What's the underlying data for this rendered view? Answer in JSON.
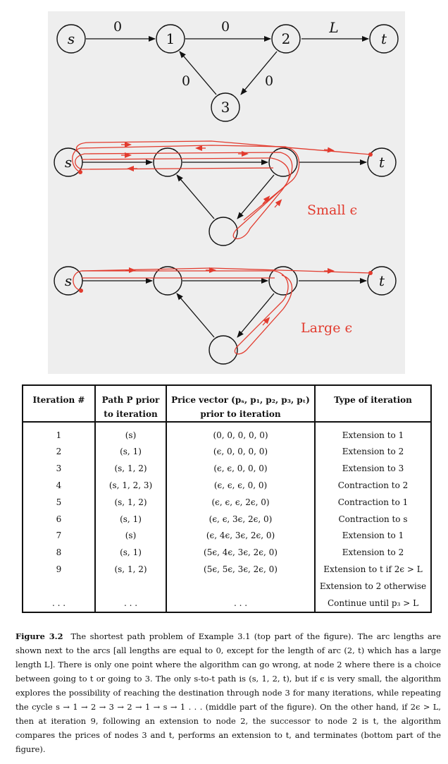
{
  "figure": {
    "top_graph": {
      "nodes": {
        "s": "s",
        "n1": "1",
        "n2": "2",
        "n3": "3",
        "t": "t"
      },
      "arc_lengths": {
        "s_1": "0",
        "one_2": "0",
        "two_t": "L",
        "three_1": "0",
        "two_3": "0"
      }
    },
    "middle_graph": {
      "nodes": {
        "s": "s",
        "t": "t"
      },
      "label": "Small ϵ"
    },
    "bottom_graph": {
      "nodes": {
        "s": "s",
        "t": "t"
      },
      "label": "Large ϵ"
    }
  },
  "table": {
    "headers": [
      {
        "line1": "Iteration #",
        "line2": ""
      },
      {
        "line1": "Path P prior",
        "line2": "to iteration"
      },
      {
        "line1": "Price vector (pₛ, p₁, p₂, p₃, pₜ)",
        "line2": "prior to iteration"
      },
      {
        "line1": "Type of iteration",
        "line2": ""
      }
    ],
    "rows": [
      {
        "iter": "1",
        "path": "(s)",
        "price": "(0, 0, 0, 0, 0)",
        "type": "Extension to 1"
      },
      {
        "iter": "2",
        "path": "(s, 1)",
        "price": "(ϵ, 0, 0, 0, 0)",
        "type": "Extension to 2"
      },
      {
        "iter": "3",
        "path": "(s, 1, 2)",
        "price": "(ϵ, ϵ, 0, 0, 0)",
        "type": "Extension to 3"
      },
      {
        "iter": "4",
        "path": "(s, 1, 2, 3)",
        "price": "(ϵ, ϵ, ϵ, 0, 0)",
        "type": "Contraction to 2"
      },
      {
        "iter": "5",
        "path": "(s, 1, 2)",
        "price": "(ϵ, ϵ, ϵ, 2ϵ, 0)",
        "type": "Contraction to 1"
      },
      {
        "iter": "6",
        "path": "(s, 1)",
        "price": "(ϵ, ϵ, 3ϵ, 2ϵ, 0)",
        "type": "Contraction to s"
      },
      {
        "iter": "7",
        "path": "(s)",
        "price": "(ϵ, 4ϵ, 3ϵ, 2ϵ, 0)",
        "type": "Extension to 1"
      },
      {
        "iter": "8",
        "path": "(s, 1)",
        "price": "(5ϵ, 4ϵ, 3ϵ, 2ϵ, 0)",
        "type": "Extension to 2"
      },
      {
        "iter": "9",
        "path": "(s, 1, 2)",
        "price": "(5ϵ, 5ϵ, 3ϵ, 2ϵ, 0)",
        "type": "Extension to t if 2ϵ > L"
      },
      {
        "iter": "",
        "path": "",
        "price": "",
        "type": "Extension to 2 otherwise"
      },
      {
        "iter": ". . .",
        "path": ". . .",
        "price": ". . .",
        "type": "Continue until p₃ > L"
      }
    ]
  },
  "caption": {
    "label": "Figure 3.2",
    "text": "The shortest path problem of Example 3.1 (top part of the figure). The arc lengths are shown next to the arcs [all lengths are equal to 0, except for the length of arc (2, t) which has a large length L]. There is only one point where the algorithm can go wrong, at node 2 where there is a choice between going to t or going to 3. The only s-to-t path is (s, 1, 2, t), but if ϵ is very small, the algorithm explores the possibility of reaching the destination through node 3 for many iterations, while repeating the cycle s → 1 → 2 → 3 → 2 → 1 → s → 1 . . . (middle part of the figure). On the other hand, if 2ϵ > L, then at iteration 9, following an extension to node 2, the successor to node 2 is t, the algorithm compares the prices of nodes 3 and t, performs an extension to t, and terminates (bottom part of the figure)."
  },
  "colors": {
    "path_red": "#e23b2e",
    "panel_bg": "#eeeeee"
  }
}
